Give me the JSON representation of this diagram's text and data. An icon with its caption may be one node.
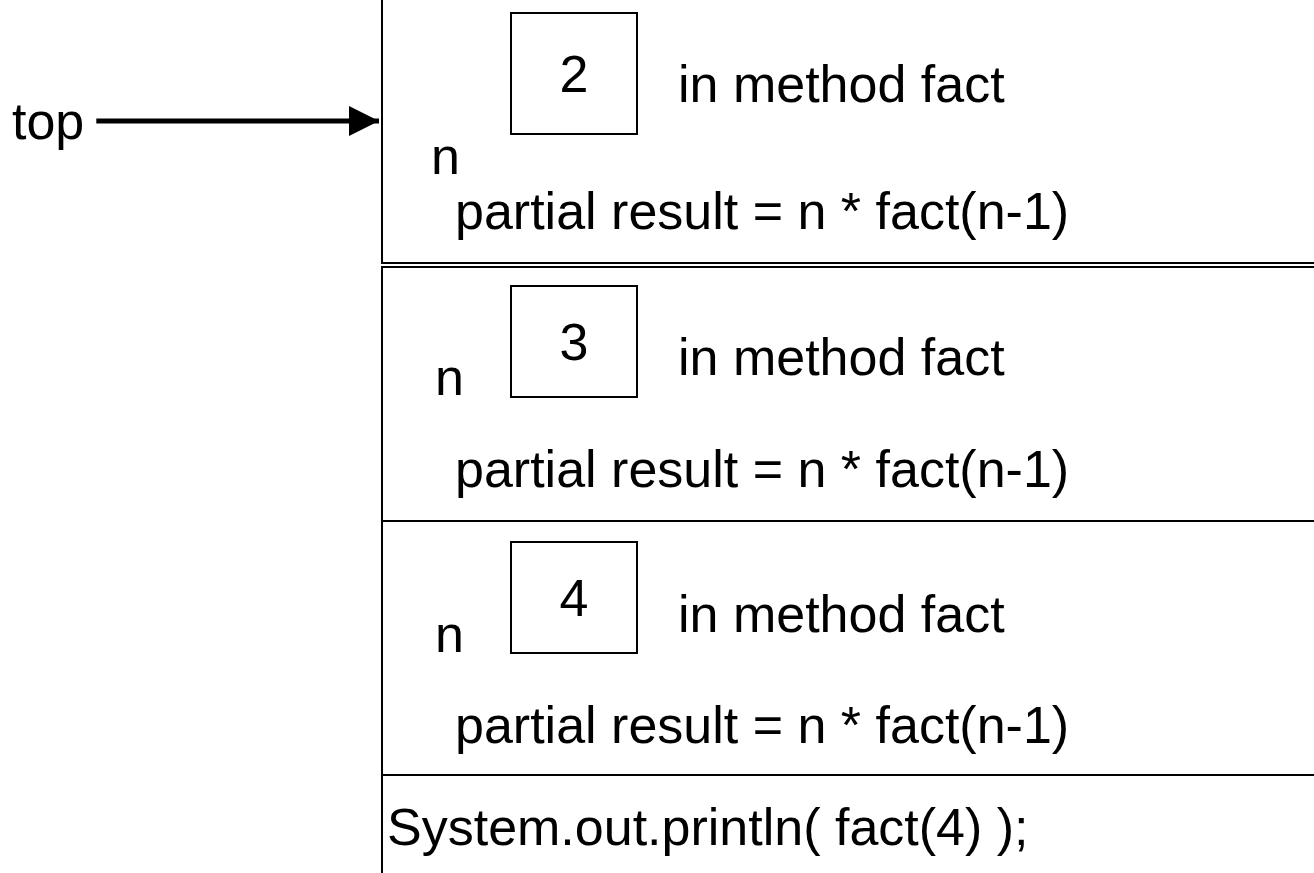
{
  "diagram": {
    "nodes": [
      {
        "text": [
          "top"
        ]
      },
      {
        "text": [
          "n",
          "in method fact",
          "partial result = n * fact(n-1)"
        ]
      },
      {
        "text": [
          "2"
        ],
        "in": 1
      },
      {
        "text": [
          "n",
          "in method fact",
          "partial result = n * fact(n-1)"
        ]
      },
      {
        "text": [
          "3"
        ],
        "in": 3
      },
      {
        "text": [
          "n",
          "in method fact",
          "partial result = n * fact(n-1)"
        ]
      },
      {
        "text": [
          "4"
        ],
        "in": 5
      },
      {
        "text": [
          "System.out.println( fact(4) );"
        ]
      }
    ],
    "edges": [
      {
        "from": 0,
        "to": 1,
        "arrow": "to"
      }
    ]
  }
}
